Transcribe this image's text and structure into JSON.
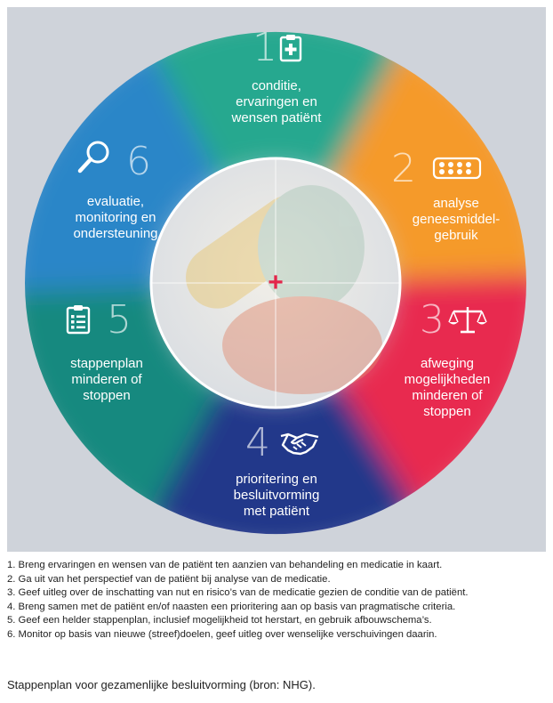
{
  "cycle": {
    "steps": [
      {
        "number": "1",
        "label_lines": [
          "conditie,",
          "ervaringen en",
          "wensen patiënt"
        ],
        "icon": "medical-clipboard-icon",
        "color": "#27a88f"
      },
      {
        "number": "2",
        "label_lines": [
          "analyse",
          "geneesmiddel-",
          "gebruik"
        ],
        "icon": "pill-blister-icon",
        "color": "#f59a2a"
      },
      {
        "number": "3",
        "label_lines": [
          "afweging",
          "mogelijkheden",
          "minderen of",
          "stoppen"
        ],
        "icon": "scales-icon",
        "color": "#e8294f"
      },
      {
        "number": "4",
        "label_lines": [
          "prioritering en",
          "besluitvorming",
          "met patiënt"
        ],
        "icon": "handshake-icon",
        "color": "#22398a"
      },
      {
        "number": "5",
        "label_lines": [
          "stappenplan",
          "minderen of",
          "stoppen"
        ],
        "icon": "checklist-icon",
        "color": "#18897f"
      },
      {
        "number": "6",
        "label_lines": [
          "evaluatie,",
          "monitoring en",
          "ondersteuning"
        ],
        "icon": "magnifier-icon",
        "color": "#2a86c8"
      }
    ],
    "center_symbol": "+",
    "accent_color": "#e3254a"
  },
  "notes": [
    "1. Breng ervaringen en wensen van de patiënt ten aanzien van behandeling en medicatie in kaart.",
    "2. Ga uit van het perspectief van de patiënt bij analyse van de medicatie.",
    "3. Geef uitleg over de inschatting van nut en risico’s van de medicatie gezien de conditie van de patiënt.",
    "4. Breng samen met de patiënt en/of naasten een prioritering aan op basis van pragmatische criteria.",
    "5. Geef een helder stappenplan, inclusief mogelijkheid tot herstart, en gebruik afbouwschema’s.",
    "6. Monitor op basis van nieuwe (streef)doelen, geef uitleg over wenselijke verschuivingen daarin."
  ],
  "caption": "Stappenplan voor gezamenlijke besluitvorming (bron: NHG)."
}
